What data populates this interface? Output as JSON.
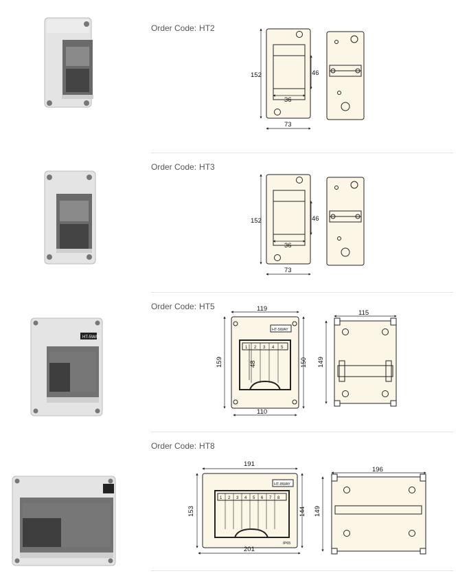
{
  "products": [
    {
      "order_label": "Order Code:",
      "code": "HT2",
      "icon": "enclosure-2way-photo",
      "dims": {
        "height": "152",
        "inner_height": "46",
        "inner_width": "36",
        "width": "73"
      }
    },
    {
      "order_label": "Order Code:",
      "code": "HT3",
      "icon": "enclosure-3way-photo",
      "dims": {
        "height": "152",
        "inner_height": "46",
        "inner_width": "36",
        "width": "73"
      }
    },
    {
      "order_label": "Order Code:",
      "code": "HT5",
      "icon": "enclosure-5way-photo",
      "badge": "HT-5WAY",
      "slots": [
        "1",
        "2",
        "3",
        "4",
        "5"
      ],
      "dims": {
        "top_width": "119",
        "left_height": "159",
        "inner_height": "48",
        "right_height": "150",
        "bottom_width": "110",
        "back_width": "115",
        "back_height": "149"
      }
    },
    {
      "order_label": "Order Code:",
      "code": "HT8",
      "icon": "enclosure-8way-photo",
      "badge": "HT-8WAY",
      "footer_mark": "IP65",
      "slots": [
        "1",
        "2",
        "3",
        "4",
        "5",
        "6",
        "7",
        "8"
      ],
      "dims": {
        "top_width": "191",
        "left_height": "153",
        "right_height": "144",
        "bottom_width": "201",
        "back_width": "196",
        "back_height": "149"
      }
    }
  ],
  "colors": {
    "drawing_fill": "#fbf6e6",
    "line": "#222222",
    "divider": "#e3e3e3"
  }
}
